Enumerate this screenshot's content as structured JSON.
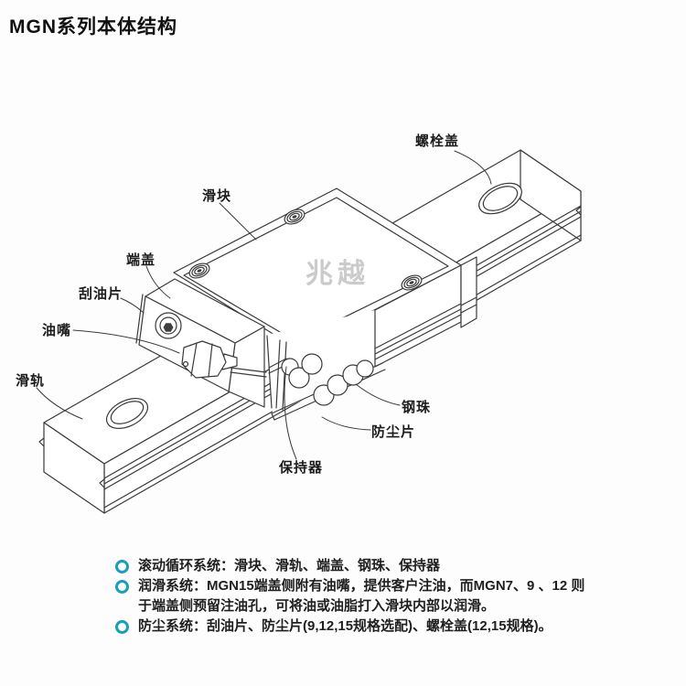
{
  "page": {
    "title": "MGN系列本体结构",
    "watermark": "兆越",
    "accent_bullet_color": "#199fb8",
    "line_color": "#3a3a3a"
  },
  "diagram": {
    "labels": [
      {
        "id": "bolt-cover",
        "text": "螺栓盖"
      },
      {
        "id": "slider",
        "text": "滑块"
      },
      {
        "id": "end-cap",
        "text": "端盖"
      },
      {
        "id": "scraper",
        "text": "刮油片"
      },
      {
        "id": "nipple",
        "text": "油嘴"
      },
      {
        "id": "rail",
        "text": "滑轨"
      },
      {
        "id": "balls",
        "text": "钢珠"
      },
      {
        "id": "dust",
        "text": "防尘片"
      },
      {
        "id": "retainer",
        "text": "保持器"
      }
    ]
  },
  "notes": {
    "items": [
      {
        "lines": [
          "滚动循环系统：滑块、滑轨、端盖、钢珠、保持器"
        ]
      },
      {
        "lines": [
          "润滑系统：MGN15端盖侧附有油嘴，提供客户注油，而MGN7、9 、12 则",
          "于端盖侧预留注油孔，可将油或油脂打入滑块内部以润滑。"
        ]
      },
      {
        "lines": [
          "防尘系统：刮油片、防尘片(9,12,15规格选配)、螺栓盖(12,15规格)。"
        ]
      }
    ]
  }
}
